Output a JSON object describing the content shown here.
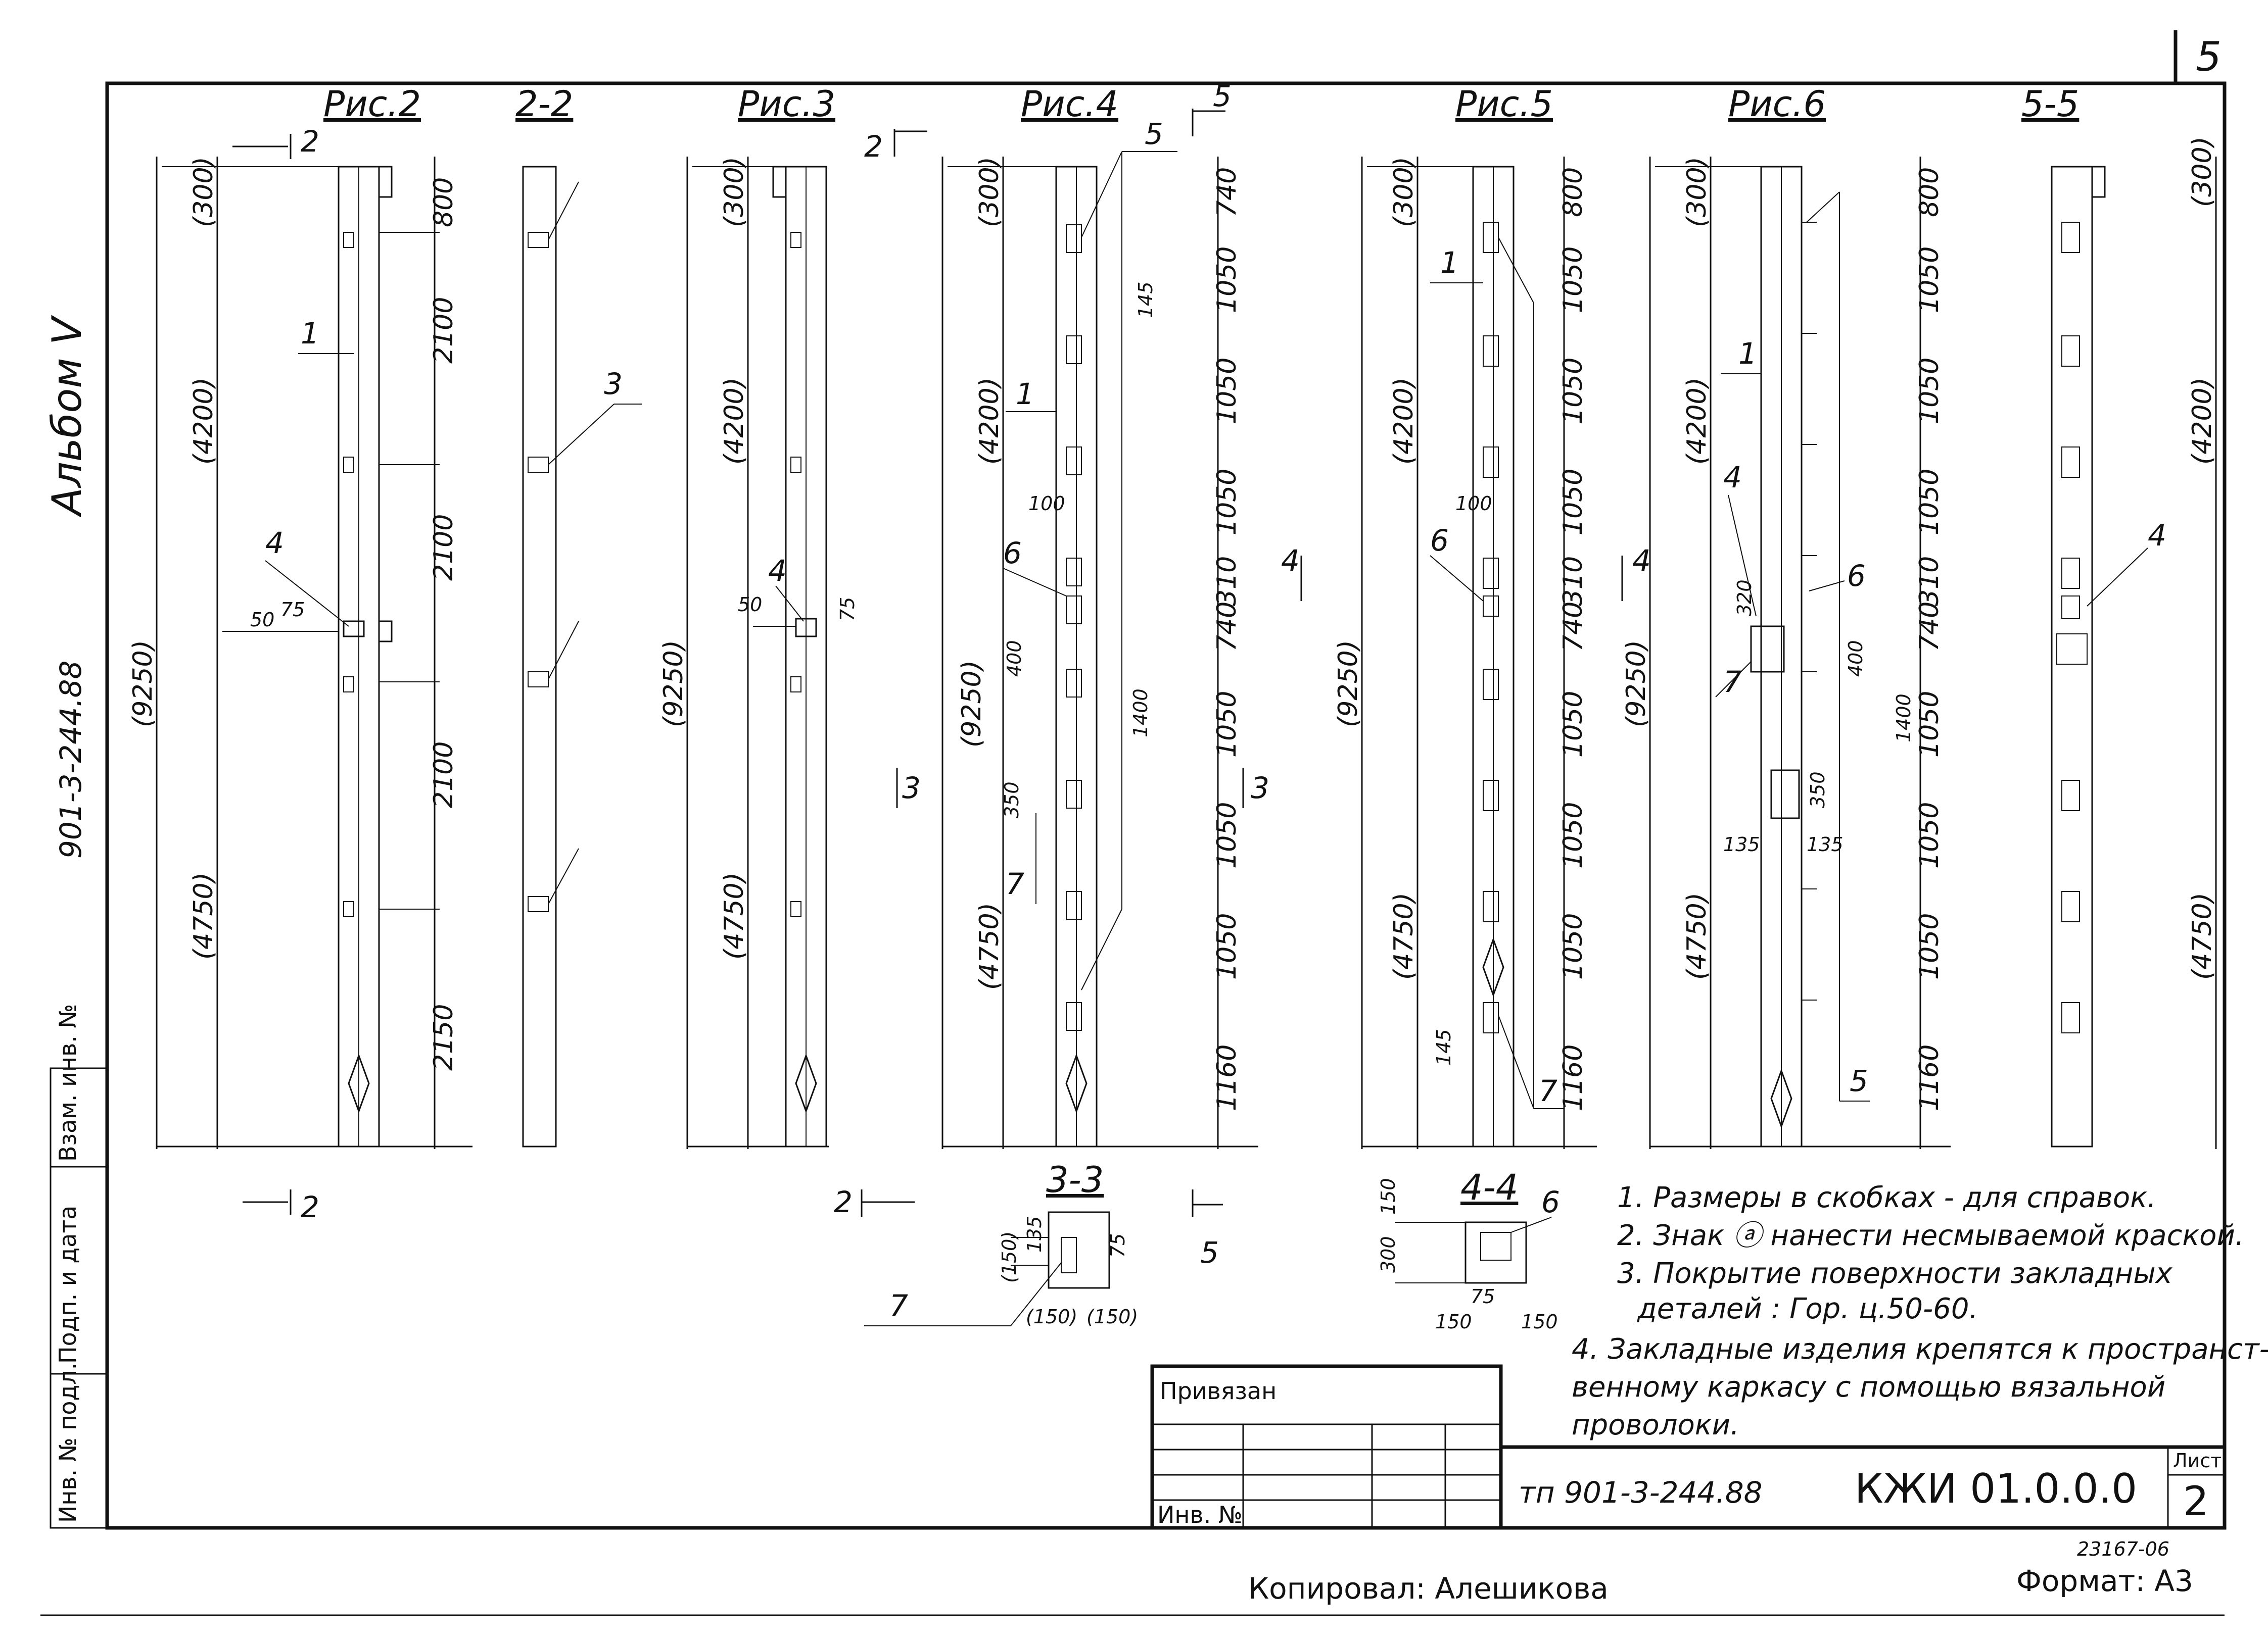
{
  "sheet": {
    "number": "5",
    "album": "Альбом Ⅴ",
    "project_code": "901-3-244.88",
    "copied_by": "Копировал: Алешикова",
    "format": "Формат: А3",
    "reg_number": "23167-06"
  },
  "stamp": {
    "privyazan": "Привязан",
    "inv_no": "Инв. №",
    "tp_code": "тп 901-3-244.88",
    "mark": "КЖИ 01.0.0.0",
    "list_label": "Лист",
    "list_number": "2"
  },
  "left_strip": [
    "Инв. № подл.",
    "Подп. и дата",
    "Взам. инв. №"
  ],
  "figures": {
    "fig2": "Рис.2",
    "sec22": "2-2",
    "fig3": "Рис.3",
    "fig4": "Рис.4",
    "fig5": "Рис.5",
    "fig6": "Рис.6",
    "sec55": "5-5",
    "sec33": "3-3",
    "sec44": "4-4"
  },
  "dims": {
    "overall": "(9250)",
    "upper": "(4200)",
    "lower": "(4750)",
    "top": "(300)",
    "fig2_segments": [
      "800",
      "2100",
      "2100",
      "2100",
      "2150"
    ],
    "fig4_segments": [
      "740",
      "1050",
      "1050",
      "1050",
      "310",
      "740",
      "1050",
      "1050",
      "1050",
      "1160"
    ],
    "fig5_segments": [
      "800",
      "1050",
      "1050",
      "1050",
      "310",
      "740",
      "1050",
      "1050",
      "1050",
      "1160"
    ],
    "fig6_segments": [
      "800",
      "1050",
      "1050",
      "1050",
      "310",
      "740",
      "1050",
      "1050",
      "1050",
      "1160"
    ],
    "d_50": "50",
    "d_75": "75",
    "d_145": "145",
    "d_100": "100",
    "d_400": "400",
    "d_1400": "1400",
    "d_350": "350",
    "d_135": "135",
    "d_150": "150",
    "d_150p": "(150)",
    "d_300": "300",
    "d_320": "320"
  },
  "callouts": {
    "c1": "1",
    "c2": "2",
    "c3": "3",
    "c4": "4",
    "c5": "5",
    "c6": "6",
    "c7": "7"
  },
  "notes": [
    "1. Размеры в скобках - для справок.",
    "2. Знак ⓐ нанести несмываемой краской.",
    "3. Покрытие поверхности закладных",
    "деталей : Гор. ц.50-60.",
    "4. Закладные изделия крепятся к пространст-",
    "венному каркасу с помощью вязальной",
    "проволоки."
  ]
}
